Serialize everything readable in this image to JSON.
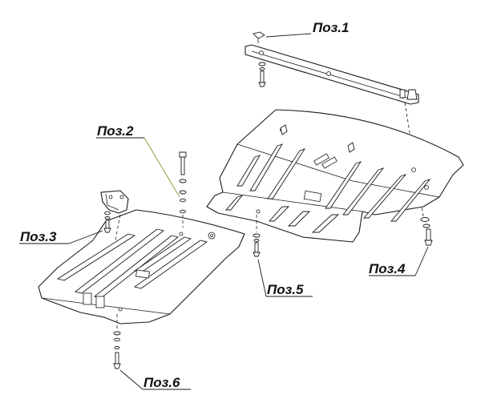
{
  "callouts": {
    "pos1": "Поз.1",
    "pos2": "Поз.2",
    "pos3": "Поз.3",
    "pos4": "Поз.4",
    "pos5": "Поз.5",
    "pos6": "Поз.6"
  },
  "colors": {
    "line": "#1a1a1a",
    "leader_pos2": "#7a9a2a",
    "background": "#ffffff"
  }
}
